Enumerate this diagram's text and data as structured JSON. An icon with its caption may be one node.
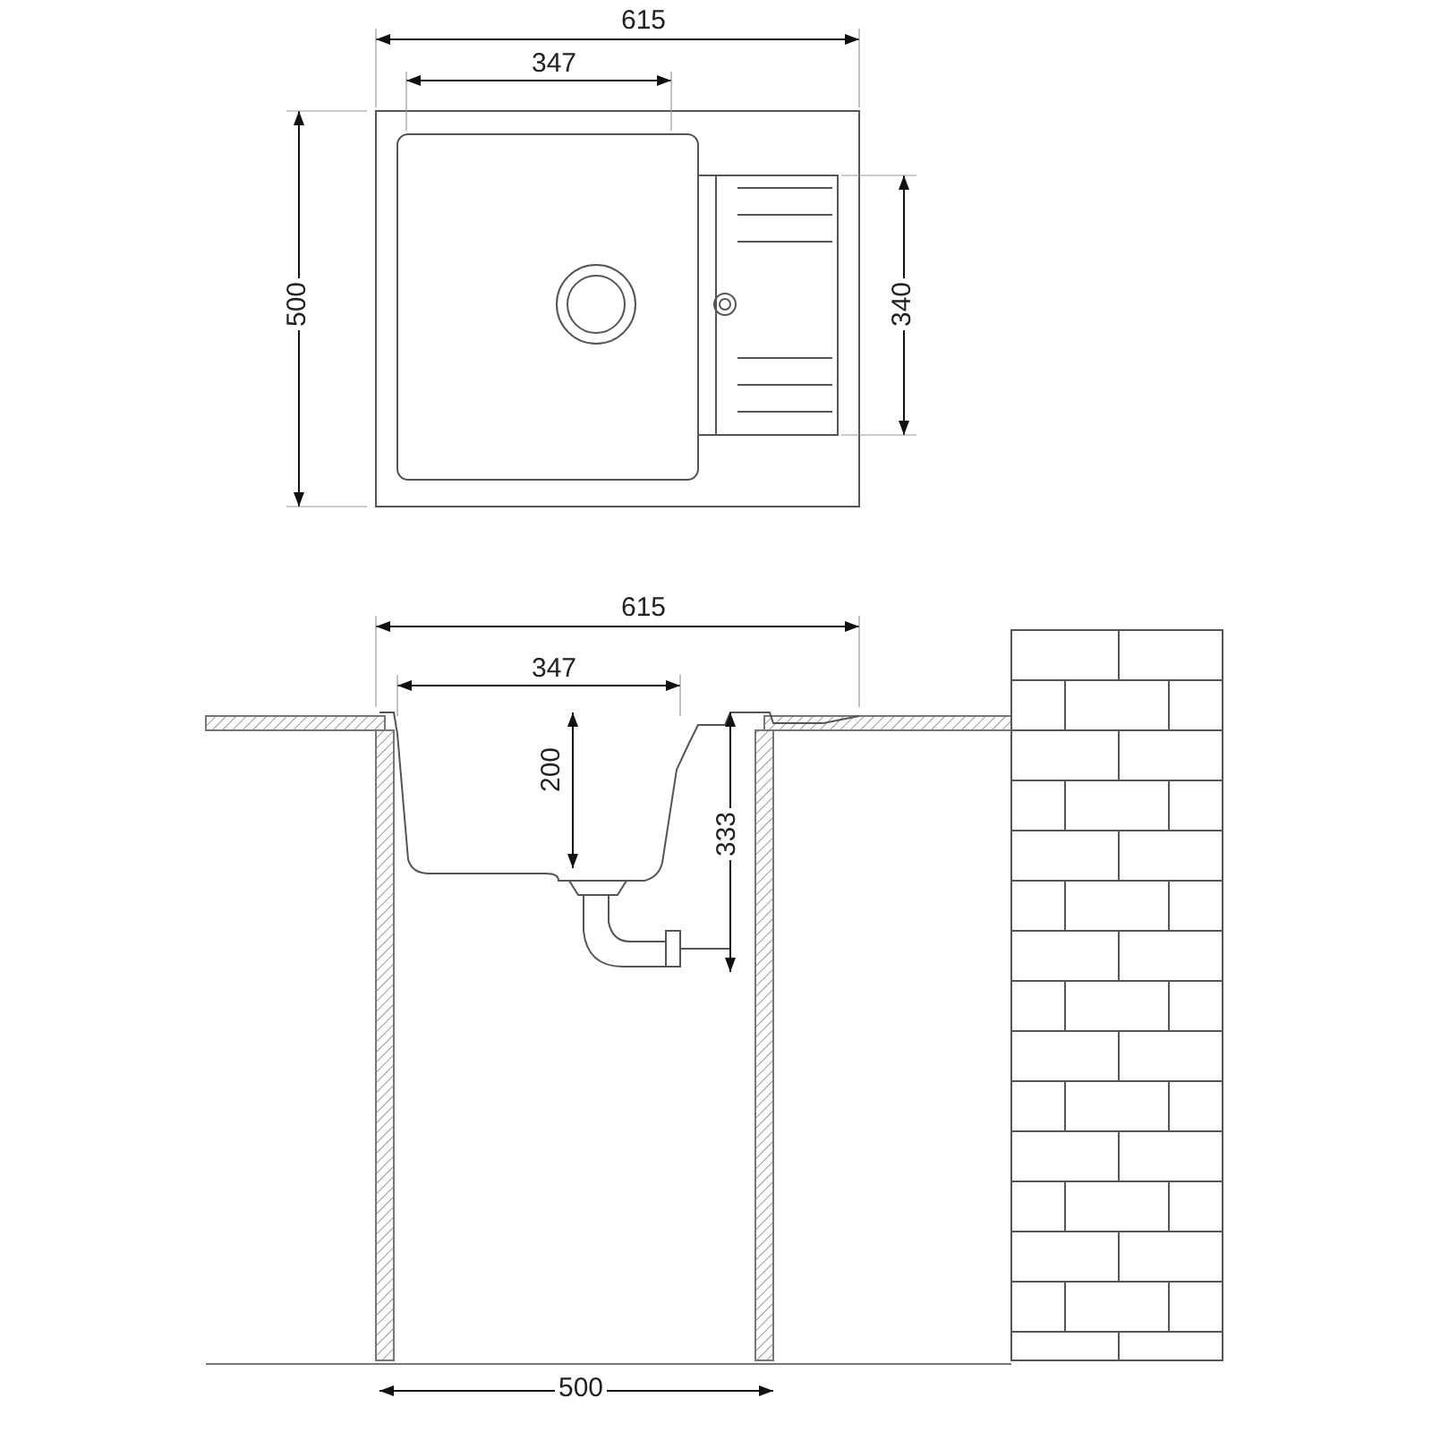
{
  "diagram": {
    "labels": [
      "615",
      "347",
      "500",
      "340",
      "615",
      "347",
      "200",
      "333",
      "500"
    ]
  }
}
